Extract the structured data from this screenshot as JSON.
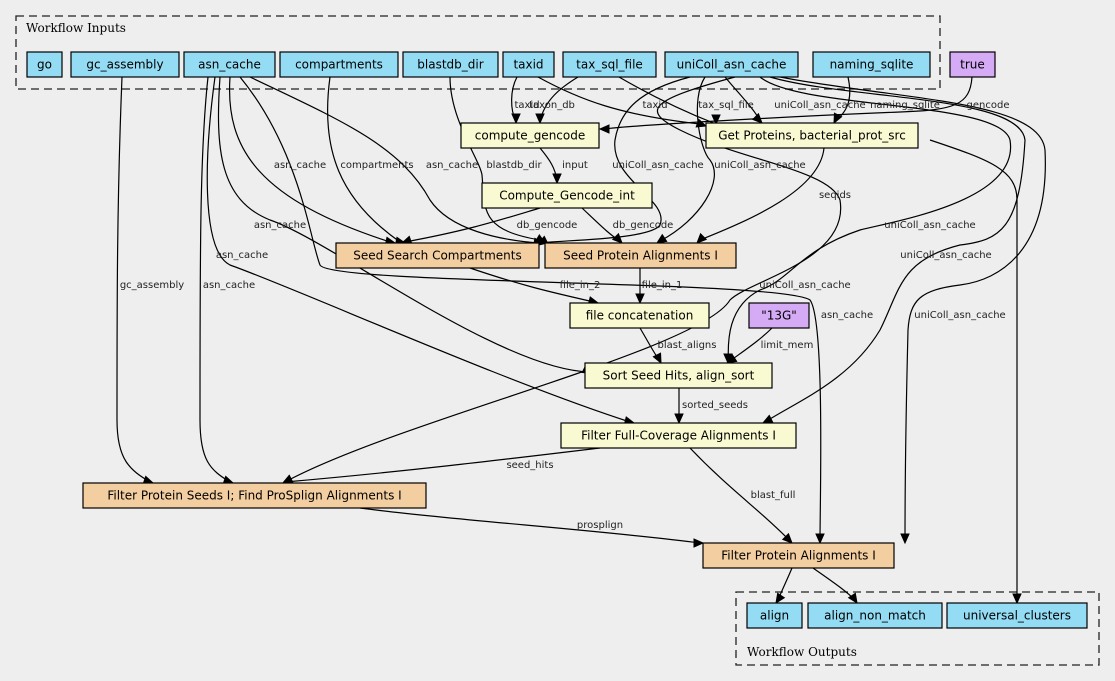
{
  "clusters": {
    "inputs": {
      "label": "Workflow Inputs"
    },
    "outputs": {
      "label": "Workflow Outputs"
    }
  },
  "colors": {
    "input": "#94dcf4",
    "constant": "#d6abf5",
    "step": "#fafad2",
    "subworkflow": "#f3cea1",
    "output": "#94dcf4"
  },
  "nodes": {
    "go": {
      "label": "go",
      "kind": "input"
    },
    "gc_assembly": {
      "label": "gc_assembly",
      "kind": "input"
    },
    "asn_cache": {
      "label": "asn_cache",
      "kind": "input"
    },
    "compartments": {
      "label": "compartments",
      "kind": "input"
    },
    "blastdb_dir": {
      "label": "blastdb_dir",
      "kind": "input"
    },
    "taxid": {
      "label": "taxid",
      "kind": "input"
    },
    "tax_sql_file": {
      "label": "tax_sql_file",
      "kind": "input"
    },
    "uniColl_asn_cache": {
      "label": "uniColl_asn_cache",
      "kind": "input"
    },
    "naming_sqlite": {
      "label": "naming_sqlite",
      "kind": "input"
    },
    "true": {
      "label": "true",
      "kind": "constant"
    },
    "compute_gencode": {
      "label": "compute_gencode",
      "kind": "step"
    },
    "get_proteins": {
      "label": "Get Proteins, bacterial_prot_src",
      "kind": "step"
    },
    "compute_gencode_int": {
      "label": "Compute_Gencode_int",
      "kind": "step"
    },
    "seed_search": {
      "label": "Seed Search Compartments",
      "kind": "subworkflow"
    },
    "seed_protein": {
      "label": "Seed Protein Alignments I",
      "kind": "subworkflow"
    },
    "file_concat": {
      "label": "file concatenation",
      "kind": "step"
    },
    "c13g": {
      "label": "\"13G\"",
      "kind": "constant"
    },
    "sort_seed": {
      "label": "Sort Seed Hits, align_sort",
      "kind": "step"
    },
    "filter_full": {
      "label": "Filter Full-Coverage Alignments I",
      "kind": "step"
    },
    "filter_seeds": {
      "label": "Filter Protein Seeds I; Find ProSplign Alignments I",
      "kind": "subworkflow"
    },
    "filter_protein": {
      "label": "Filter Protein Alignments I",
      "kind": "subworkflow"
    },
    "align": {
      "label": "align",
      "kind": "output"
    },
    "align_non_match": {
      "label": "align_non_match",
      "kind": "output"
    },
    "universal_clusters": {
      "label": "universal_clusters",
      "kind": "output"
    }
  },
  "edges": [
    {
      "from": "taxid",
      "to": "compute_gencode",
      "label": "taxid"
    },
    {
      "from": "tax_sql_file",
      "to": "compute_gencode",
      "label": "taxon_db"
    },
    {
      "from": "taxid",
      "to": "get_proteins",
      "label": "taxid"
    },
    {
      "from": "tax_sql_file",
      "to": "get_proteins",
      "label": "tax_sql_file"
    },
    {
      "from": "uniColl_asn_cache",
      "to": "get_proteins",
      "label": "uniColl_asn_cache"
    },
    {
      "from": "naming_sqlite",
      "to": "get_proteins",
      "label": "naming_sqlite"
    },
    {
      "from": "true",
      "to": "compute_gencode",
      "label": "gencode"
    },
    {
      "from": "compute_gencode",
      "to": "compute_gencode_int",
      "label": "input"
    },
    {
      "from": "asn_cache",
      "to": "seed_search",
      "label": "asn_cache"
    },
    {
      "from": "compartments",
      "to": "seed_search",
      "label": "compartments"
    },
    {
      "from": "asn_cache",
      "to": "seed_protein",
      "label": "asn_cache"
    },
    {
      "from": "blastdb_dir",
      "to": "seed_protein",
      "label": "blastdb_dir"
    },
    {
      "from": "uniColl_asn_cache",
      "to": "seed_search",
      "label": "uniColl_asn_cache"
    },
    {
      "from": "uniColl_asn_cache",
      "to": "seed_protein",
      "label": "uniColl_asn_cache"
    },
    {
      "from": "get_proteins",
      "to": "seed_protein",
      "label": "seqids"
    },
    {
      "from": "compute_gencode_int",
      "to": "seed_search",
      "label": "db_gencode"
    },
    {
      "from": "compute_gencode_int",
      "to": "seed_protein",
      "label": "db_gencode"
    },
    {
      "from": "asn_cache",
      "to": "sort_seed",
      "label": "asn_cache"
    },
    {
      "from": "asn_cache",
      "to": "filter_full",
      "label": "asn_cache"
    },
    {
      "from": "asn_cache",
      "to": "filter_seeds",
      "label": "asn_cache"
    },
    {
      "from": "gc_assembly",
      "to": "filter_seeds",
      "label": "gc_assembly"
    },
    {
      "from": "seed_search",
      "to": "file_concat",
      "label": "file_in_2"
    },
    {
      "from": "seed_protein",
      "to": "file_concat",
      "label": "file_in_1"
    },
    {
      "from": "uniColl_asn_cache",
      "to": "filter_seeds",
      "label": "uniColl_asn_cache"
    },
    {
      "from": "uniColl_asn_cache",
      "to": "sort_seed",
      "label": "uniColl_asn_cache"
    },
    {
      "from": "uniColl_asn_cache",
      "to": "filter_full",
      "label": "uniColl_asn_cache"
    },
    {
      "from": "uniColl_asn_cache",
      "to": "filter_protein",
      "label": "uniColl_asn_cache"
    },
    {
      "from": "asn_cache",
      "to": "filter_protein",
      "label": "asn_cache"
    },
    {
      "from": "file_concat",
      "to": "sort_seed",
      "label": "blast_aligns"
    },
    {
      "from": "c13g",
      "to": "sort_seed",
      "label": "limit_mem"
    },
    {
      "from": "sort_seed",
      "to": "filter_full",
      "label": "sorted_seeds"
    },
    {
      "from": "filter_full",
      "to": "filter_seeds",
      "label": "seed_hits"
    },
    {
      "from": "filter_full",
      "to": "filter_protein",
      "label": "blast_full"
    },
    {
      "from": "filter_seeds",
      "to": "filter_protein",
      "label": "prosplign"
    },
    {
      "from": "filter_protein",
      "to": "align",
      "label": ""
    },
    {
      "from": "filter_protein",
      "to": "align_non_match",
      "label": ""
    },
    {
      "from": "get_proteins",
      "to": "universal_clusters",
      "label": ""
    }
  ]
}
